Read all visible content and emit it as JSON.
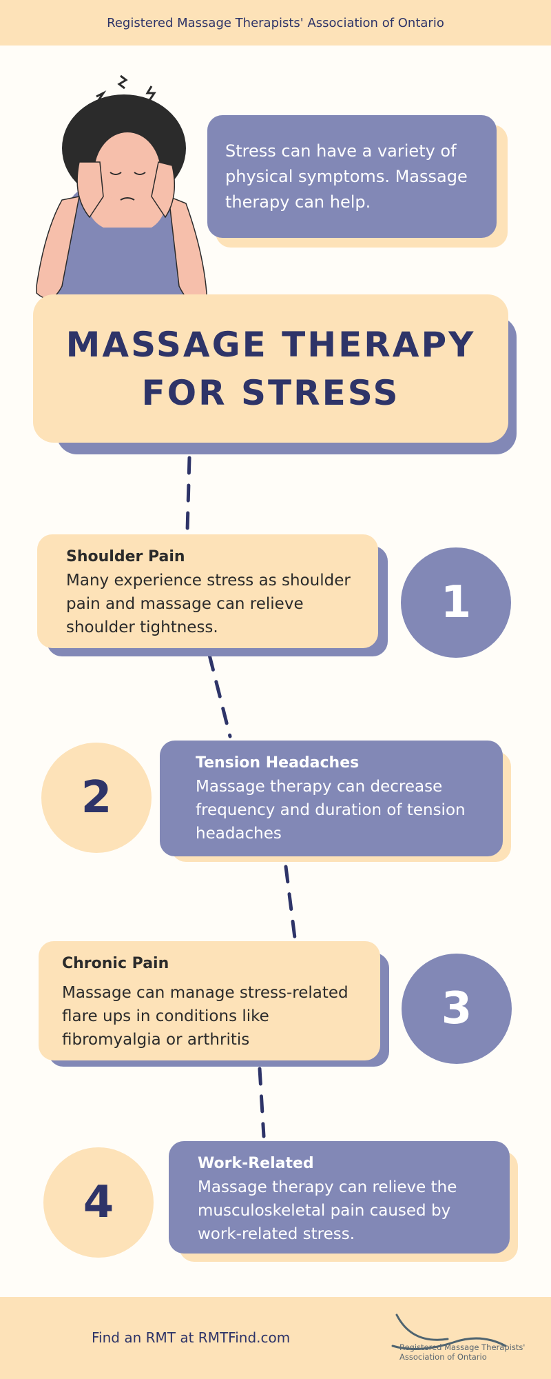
{
  "header": {
    "org": "Registered Massage Therapists' Association of Ontario"
  },
  "bubble": {
    "text": "Stress can have a variety of physical symptoms. Massage therapy can help."
  },
  "title": {
    "line1": "MASSAGE THERAPY",
    "line2": "FOR STRESS"
  },
  "items": [
    {
      "number": "1",
      "title": "Shoulder Pain",
      "body": "Many experience stress as shoulder pain and massage can relieve shoulder tightness."
    },
    {
      "number": "2",
      "title": "Tension Headaches",
      "body": "Massage therapy can decrease frequency and duration of tension headaches"
    },
    {
      "number": "3",
      "title": "Chronic Pain",
      "body": "Massage can manage stress-related flare ups in conditions like fibromyalgia or arthritis"
    },
    {
      "number": "4",
      "title": "Work-Related",
      "body": "Massage therapy can relieve the musculoskeletal pain caused by work-related stress."
    }
  ],
  "footer": {
    "cta": "Find an RMT at RMTFind.com",
    "logo_text_1": "Registered Massage Therapists'",
    "logo_text_2": "Association of Ontario"
  },
  "colors": {
    "peach": "#fde2b8",
    "purple": "#8288b6",
    "navy": "#2e3468"
  }
}
